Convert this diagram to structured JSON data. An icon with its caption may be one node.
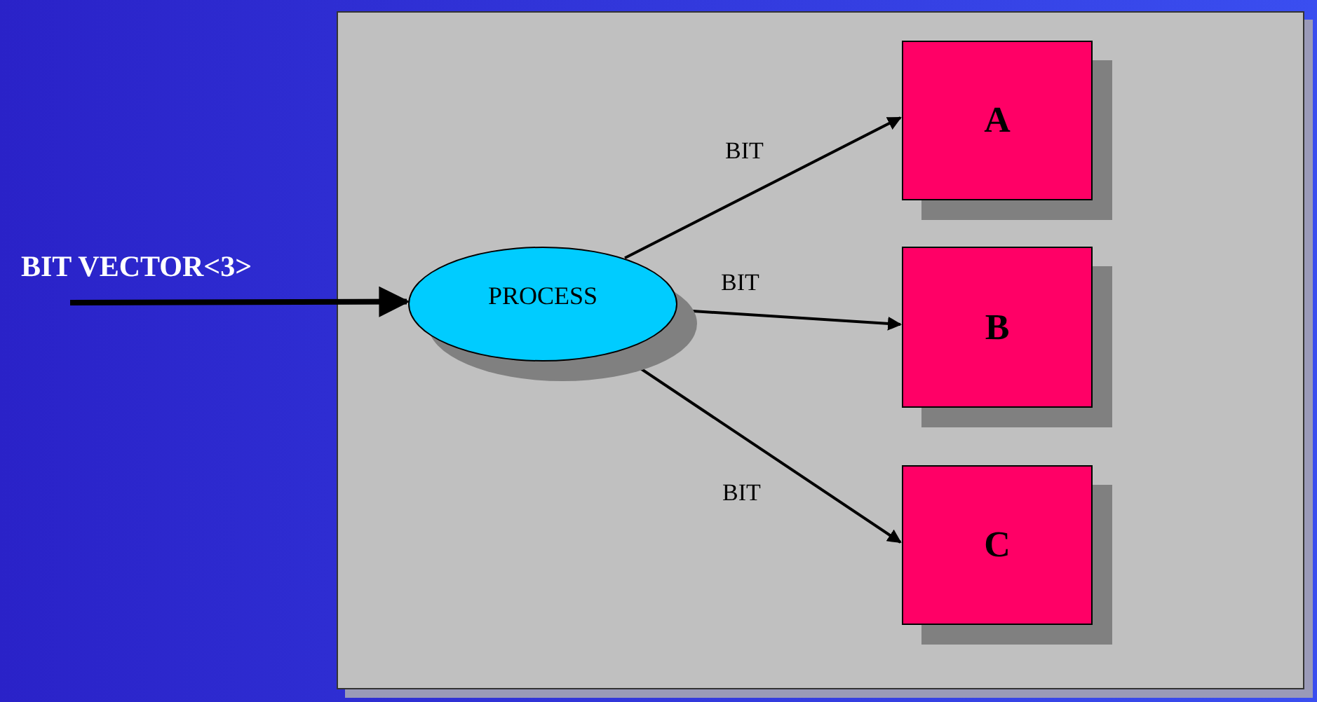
{
  "diagram": {
    "nodes": [
      {
        "text": [],
        "shape": "box"
      },
      {
        "text": [
          "PROCESS"
        ],
        "in": 0
      },
      {
        "text": [
          "A"
        ],
        "in": 0
      },
      {
        "text": [
          "B"
        ],
        "in": 0
      },
      {
        "text": [
          "C"
        ],
        "in": 0
      }
    ],
    "edges": [
      {
        "from": null,
        "to": 1,
        "arrow": "to",
        "label": "BIT VECTOR<3>",
        "style": "thick"
      },
      {
        "from": 1,
        "to": 2,
        "arrow": "to",
        "label": "BIT"
      },
      {
        "from": 1,
        "to": 3,
        "arrow": "to",
        "label": "BIT"
      },
      {
        "from": 1,
        "to": 4,
        "arrow": "to",
        "label": "BIT"
      }
    ]
  }
}
